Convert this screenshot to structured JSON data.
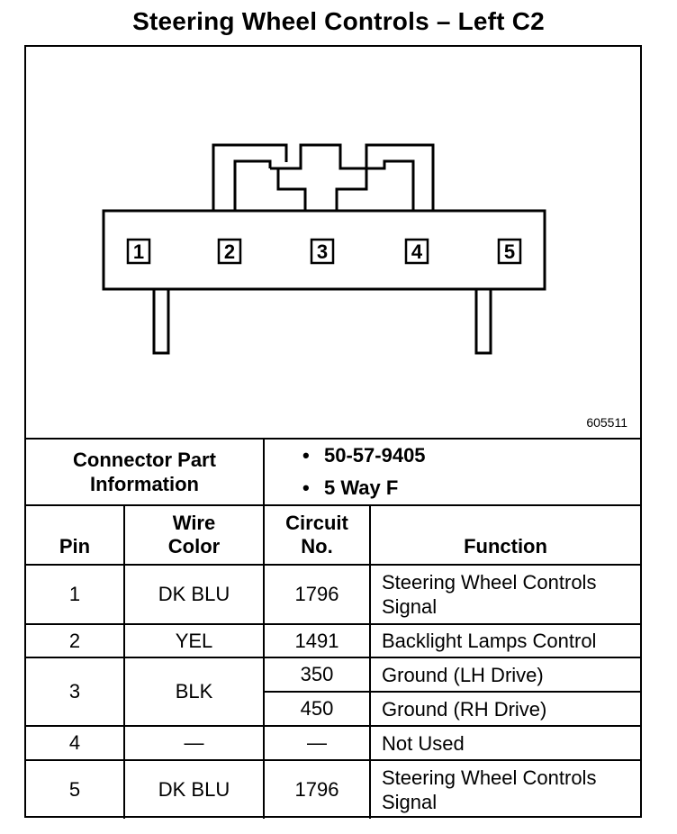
{
  "title": "Steering Wheel Controls – Left C2",
  "figure_id": "605511",
  "connector": {
    "pin_numbers": [
      "1",
      "2",
      "3",
      "4",
      "5"
    ]
  },
  "connector_info": {
    "label_line1": "Connector Part",
    "label_line2": "Information",
    "items": [
      "50-57-9405",
      "5 Way F"
    ],
    "bullet": "•"
  },
  "table": {
    "headers": {
      "pin": "Pin",
      "wire_line1": "Wire",
      "wire_line2": "Color",
      "circuit_line1": "Circuit",
      "circuit_line2": "No.",
      "function": "Function"
    },
    "rows": [
      {
        "pin": "1",
        "wire": "DK BLU",
        "circuit": "1796",
        "function_line1": "Steering Wheel Controls",
        "function_line2": "Signal"
      },
      {
        "pin": "2",
        "wire": "YEL",
        "circuit": "1491",
        "function": "Backlight Lamps Control"
      },
      {
        "pin": "3",
        "wire": "BLK",
        "circuit_a": "350",
        "function_a": "Ground (LH Drive)",
        "circuit_b": "450",
        "function_b": "Ground (RH Drive)"
      },
      {
        "pin": "4",
        "wire": "—",
        "circuit": "—",
        "function": "Not Used"
      },
      {
        "pin": "5",
        "wire": "DK BLU",
        "circuit": "1796",
        "function_line1": "Steering Wheel Controls",
        "function_line2": "Signal"
      }
    ]
  }
}
